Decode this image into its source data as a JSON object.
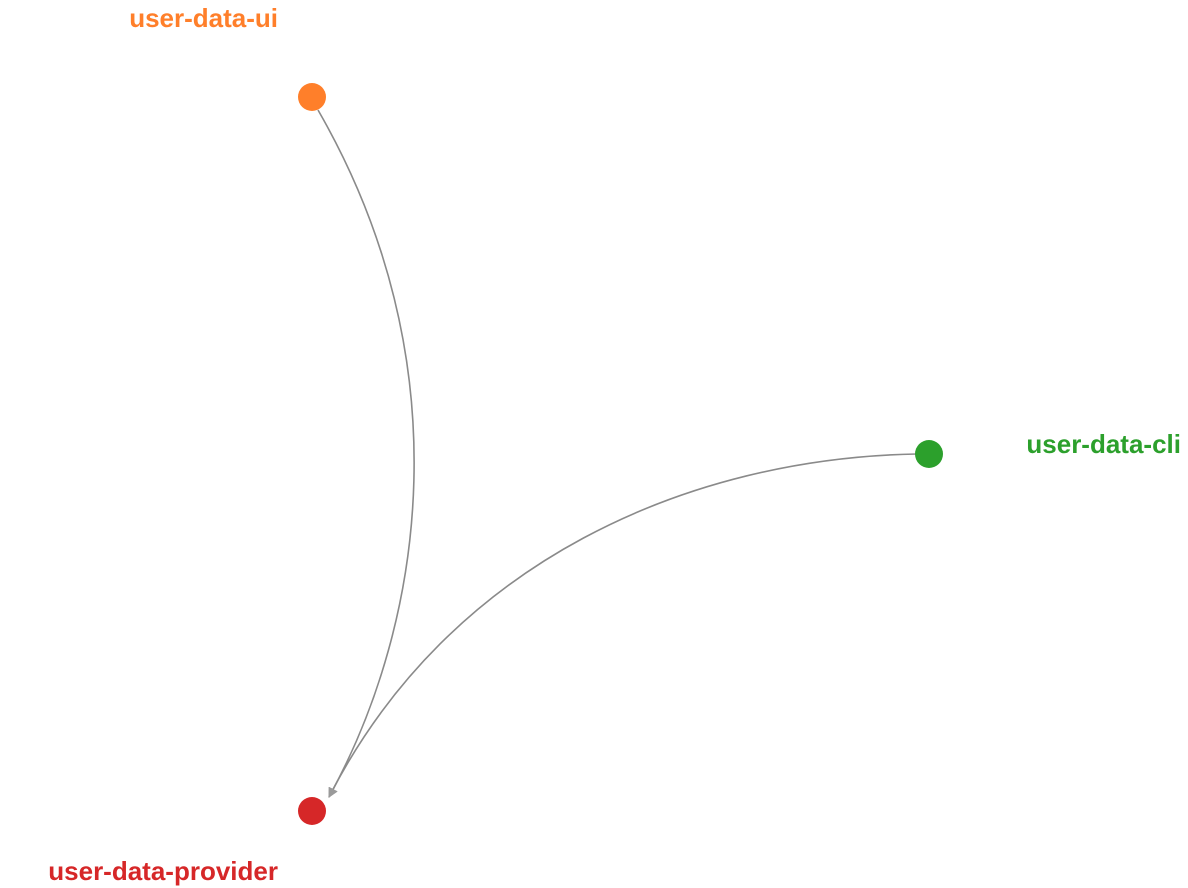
{
  "nodes": [
    {
      "id": "ui",
      "label": "user-data-ui",
      "color": "#ff7f2a"
    },
    {
      "id": "cli",
      "label": "user-data-cli",
      "color": "#2ca02c"
    },
    {
      "id": "provider",
      "label": "user-data-provider",
      "color": "#d62728"
    }
  ],
  "edges": [
    {
      "from": "user-data-ui",
      "to": "user-data-provider"
    },
    {
      "from": "user-data-cli",
      "to": "user-data-provider"
    }
  ],
  "edge_color": "#8a8a8a"
}
